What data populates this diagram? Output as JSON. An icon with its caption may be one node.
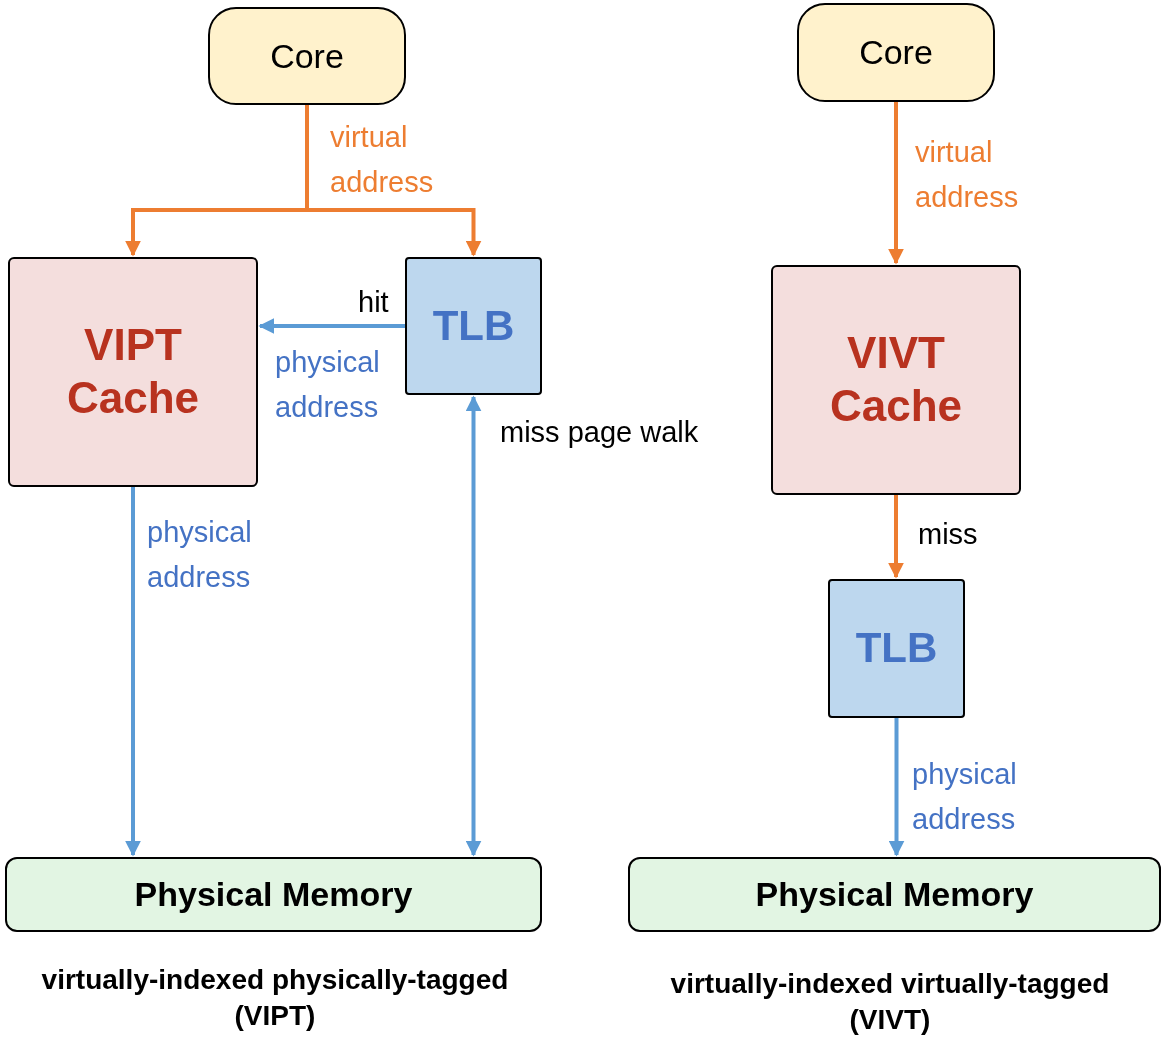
{
  "diagram": {
    "nodes": [
      {
        "text": [
          "Core"
        ]
      },
      {
        "text": [
          "VIPT Cache"
        ]
      },
      {
        "text": [
          "TLB"
        ]
      },
      {
        "text": [
          "Physical Memory"
        ]
      },
      {
        "text": [
          "Core"
        ]
      },
      {
        "text": [
          "VIVT Cache"
        ]
      },
      {
        "text": [
          "TLB"
        ]
      },
      {
        "text": [
          "Physical Memory"
        ]
      }
    ],
    "edges": [
      {
        "from": 0,
        "to": 1,
        "arrow": "to",
        "label": "virtual address",
        "color": "#ed7d31"
      },
      {
        "from": 0,
        "to": 2,
        "arrow": "to",
        "color": "#ed7d31"
      },
      {
        "from": 2,
        "to": 1,
        "arrow": "to",
        "label": "physical address",
        "color": "#5b9bd5"
      },
      {
        "from": 1,
        "to": 3,
        "arrow": "to",
        "label": "physical address",
        "color": "#5b9bd5"
      },
      {
        "from": 2,
        "to": 3,
        "arrow": "both",
        "label": "miss page walk",
        "color": "#5b9bd5"
      },
      {
        "from": 4,
        "to": 5,
        "arrow": "to",
        "label": "virtual address",
        "color": "#ed7d31"
      },
      {
        "from": 5,
        "to": 6,
        "arrow": "to",
        "label": "miss",
        "color": "#ed7d31"
      },
      {
        "from": 6,
        "to": 7,
        "arrow": "to",
        "label": "physical address",
        "color": "#5b9bd5"
      }
    ],
    "labels": [
      "hit",
      "virtually-indexed physically-tagged (VIPT)",
      "virtually-indexed virtually-tagged (VIVT)"
    ]
  }
}
